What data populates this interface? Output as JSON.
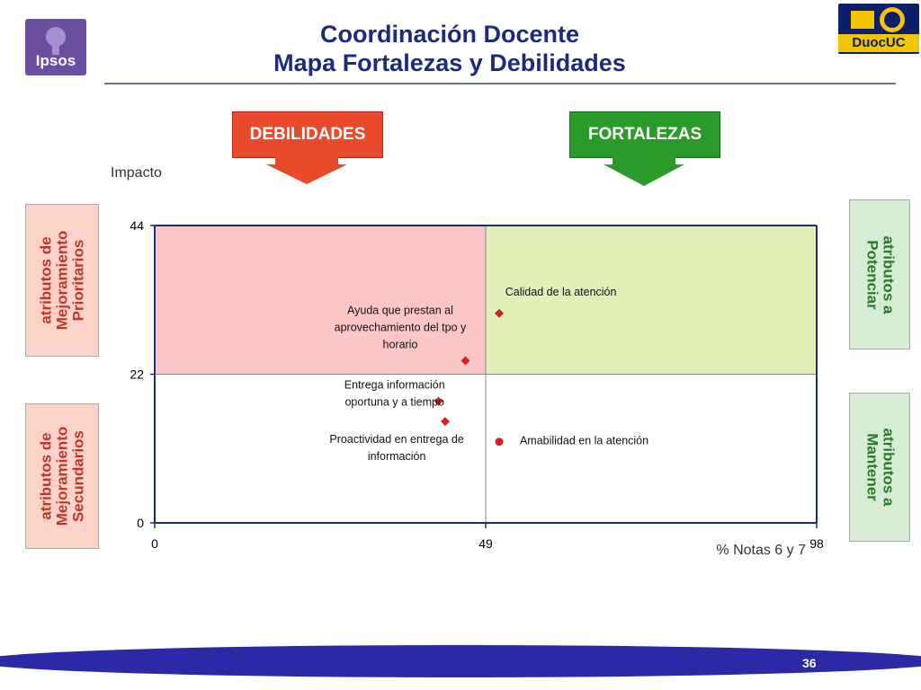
{
  "logos": {
    "left_text": "Ipsos",
    "right_text": "DuocUC"
  },
  "title": {
    "line1": "Coordinación Docente",
    "line2": "Mapa Fortalezas y Debilidades"
  },
  "headers": {
    "debilidades": "DEBILIDADES",
    "fortalezas": "FORTALEZAS"
  },
  "side_labels": {
    "left_top": [
      "atributos de",
      "Mejoramiento",
      "Prioritarios"
    ],
    "left_bottom": [
      "atributos de",
      "Mejoramiento",
      "Secundarios"
    ],
    "right_top": [
      "atributos a",
      "Potenciar"
    ],
    "right_bottom": [
      "atributos a",
      "Mantener"
    ]
  },
  "colors": {
    "debilidades_arrow": "#e84a2a",
    "fortalezas_arrow": "#2a9a28",
    "quadrant_debilidades": "#fdc6c6",
    "quadrant_fortalezas": "#e2efb8",
    "point_marker": "#d42020",
    "footer_band": "#2a2aa6"
  },
  "chart_data": {
    "type": "scatter",
    "ylabel": "Impacto",
    "xlabel": "% Notas 6 y 7",
    "xlim": [
      0,
      98
    ],
    "ylim": [
      0,
      44
    ],
    "x_ticks": [
      "0",
      "49",
      "98"
    ],
    "y_ticks": [
      "0",
      "22",
      "44"
    ],
    "x_divider": 49,
    "y_divider": 22,
    "points": [
      {
        "label_lines": [
          "Calidad de la atención"
        ],
        "x": 51,
        "y": 31,
        "marker": "diamond"
      },
      {
        "label_lines": [
          "Ayuda que prestan al",
          "aprovechamiento del tpo y",
          "horario"
        ],
        "x": 46,
        "y": 24,
        "marker": "diamond"
      },
      {
        "label_lines": [
          "Entrega información",
          "oportuna y a tiempo"
        ],
        "x": 42,
        "y": 18,
        "marker": "diamond"
      },
      {
        "label_lines": [
          "Proactividad en entrega de",
          "información"
        ],
        "x": 43,
        "y": 15,
        "marker": "diamond"
      },
      {
        "label_lines": [
          "Amabilidad en la atención"
        ],
        "x": 51,
        "y": 12,
        "marker": "circle"
      }
    ]
  },
  "page_number": "36"
}
